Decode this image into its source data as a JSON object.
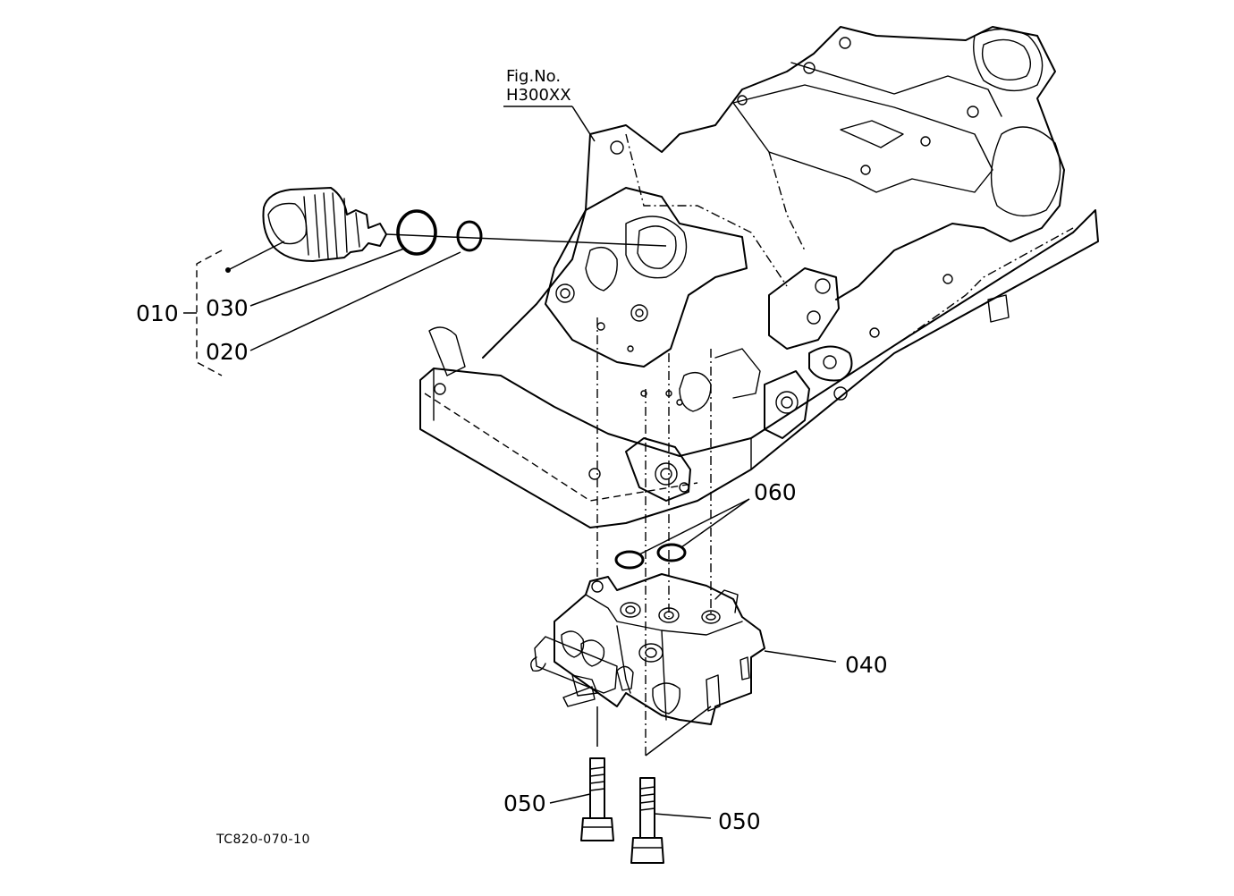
{
  "figure_ref": {
    "line1": "Fig.No.",
    "line2": "H300XX"
  },
  "callouts": {
    "assembly": "010",
    "plug_oring": "030",
    "plug_ring": "020",
    "orings": "060",
    "valve": "040",
    "bolt_left": "050",
    "bolt_right": "050"
  },
  "drawing_code": "TC820-070-10"
}
